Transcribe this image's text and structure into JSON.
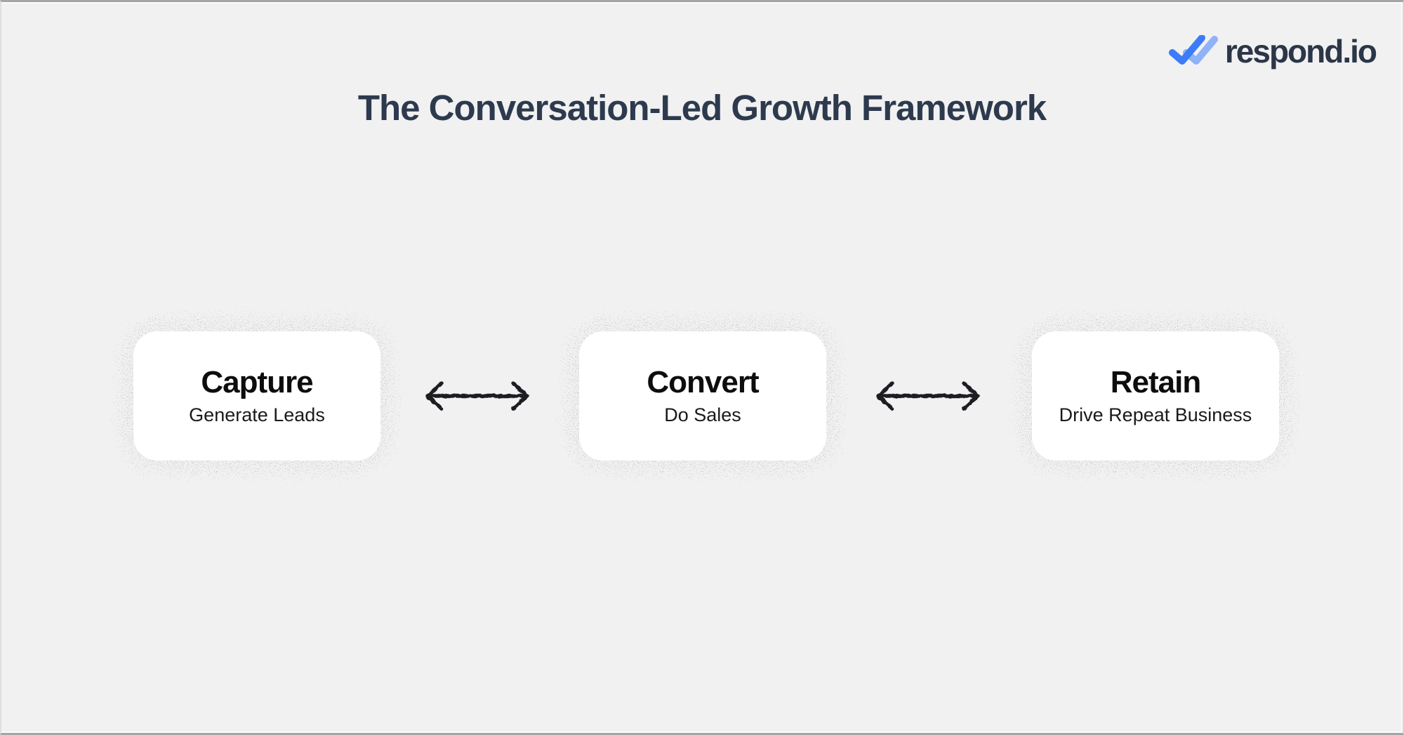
{
  "page": {
    "background_color": "#f1f1f2",
    "frame_border_color": "#a5a5a7"
  },
  "logo": {
    "brand": "respond.io",
    "brand_color": "#2b3648",
    "icon": "double-check-icon",
    "icon_front_color": "#3d7cf6",
    "icon_back_color": "#8fb2f8"
  },
  "header": {
    "title": "The Conversation-Led Growth Framework",
    "title_color": "#2d3a4e"
  },
  "framework": {
    "stages": [
      {
        "title": "Capture",
        "subtitle": "Generate Leads"
      },
      {
        "title": "Convert",
        "subtitle": "Do Sales"
      },
      {
        "title": "Retain",
        "subtitle": "Drive Repeat Business"
      }
    ],
    "connector_icon": "double-headed-arrow-icon",
    "card_background": "#ffffff",
    "card_title_color": "#0d0d0f",
    "card_subtitle_color": "#1a1a1d",
    "arrow_color": "#1e1e20",
    "halo_dot_color": "#c7c7cb"
  }
}
